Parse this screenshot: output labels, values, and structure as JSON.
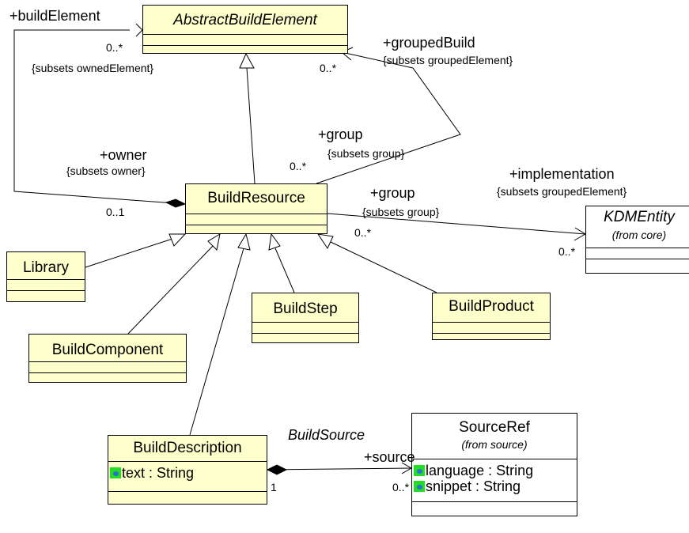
{
  "classes": {
    "abstract_build_element": {
      "name": "AbstractBuildElement"
    },
    "build_resource": {
      "name": "BuildResource"
    },
    "library": {
      "name": "Library"
    },
    "build_component": {
      "name": "BuildComponent"
    },
    "build_step": {
      "name": "BuildStep"
    },
    "build_product": {
      "name": "BuildProduct"
    },
    "build_description": {
      "name": "BuildDescription",
      "attributes": [
        "text : String"
      ]
    },
    "kdm_entity": {
      "name": "KDMEntity",
      "from": "(from core)"
    },
    "source_ref": {
      "name": "SourceRef",
      "from": "(from source)",
      "attributes": [
        "language : String",
        "snippet : String"
      ]
    }
  },
  "labels": {
    "build_element_role": "+buildElement",
    "build_element_mult": "0..*",
    "subsets_owned_element": "{subsets ownedElement}",
    "owner_role": "+owner",
    "subsets_owner": "{subsets owner}",
    "owner_mult": "0..1",
    "grouped_build_role": "+groupedBuild",
    "subsets_grouped_element_1": "{subsets groupedElement}",
    "grouped_build_mult": "0..*",
    "group_role_1": "+group",
    "subsets_group_1": "{subsets group}",
    "group_mult_1": "0..*",
    "implementation_role": "+implementation",
    "subsets_grouped_element_2": "{subsets groupedElement}",
    "group_role_2": "+group",
    "subsets_group_2": "{subsets group}",
    "group_mult_2": "0..*",
    "implementation_mult": "0..*",
    "build_source": "BuildSource",
    "source_role": "+source",
    "source_mult": "0..*",
    "description_mult": "1"
  }
}
